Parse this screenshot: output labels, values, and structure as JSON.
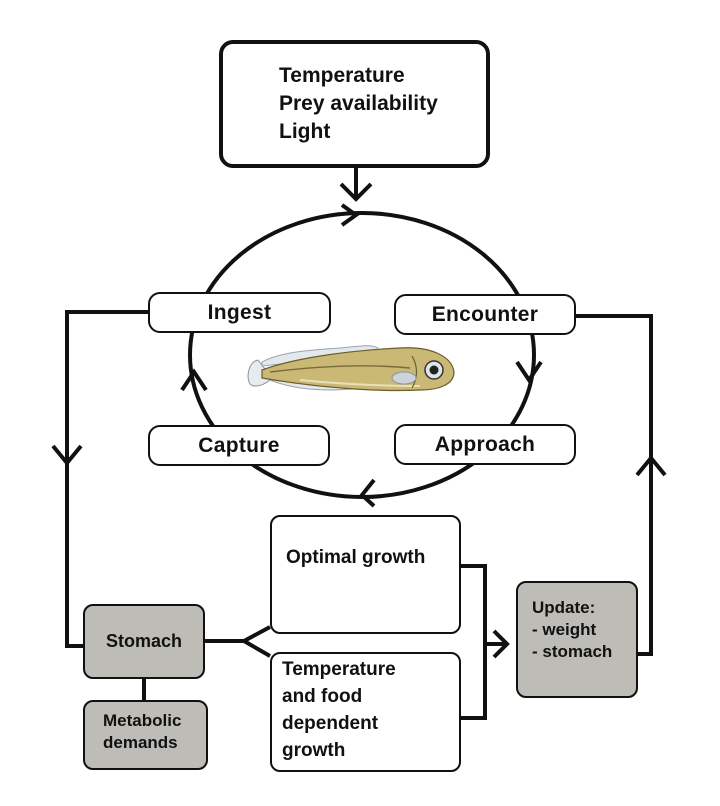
{
  "inputs_box": {
    "lines": [
      "Temperature",
      "Prey availability",
      "Light"
    ]
  },
  "cycle": {
    "ingest": "Ingest",
    "encounter": "Encounter",
    "capture": "Capture",
    "approach": "Approach"
  },
  "growth": {
    "optimal": "Optimal growth",
    "temperature_food": [
      "Temperature",
      "and food",
      "dependent",
      "growth"
    ]
  },
  "stomach": "Stomach",
  "metabolic": [
    "Metabolic",
    "demands"
  ],
  "update": [
    "Update:",
    "- weight",
    "- stomach"
  ],
  "colors": {
    "gray_box": "#bdbcb7",
    "stroke": "#111111",
    "fish_body": "#c9b974"
  },
  "icons": {
    "fish": "larval-fish-illustration"
  }
}
